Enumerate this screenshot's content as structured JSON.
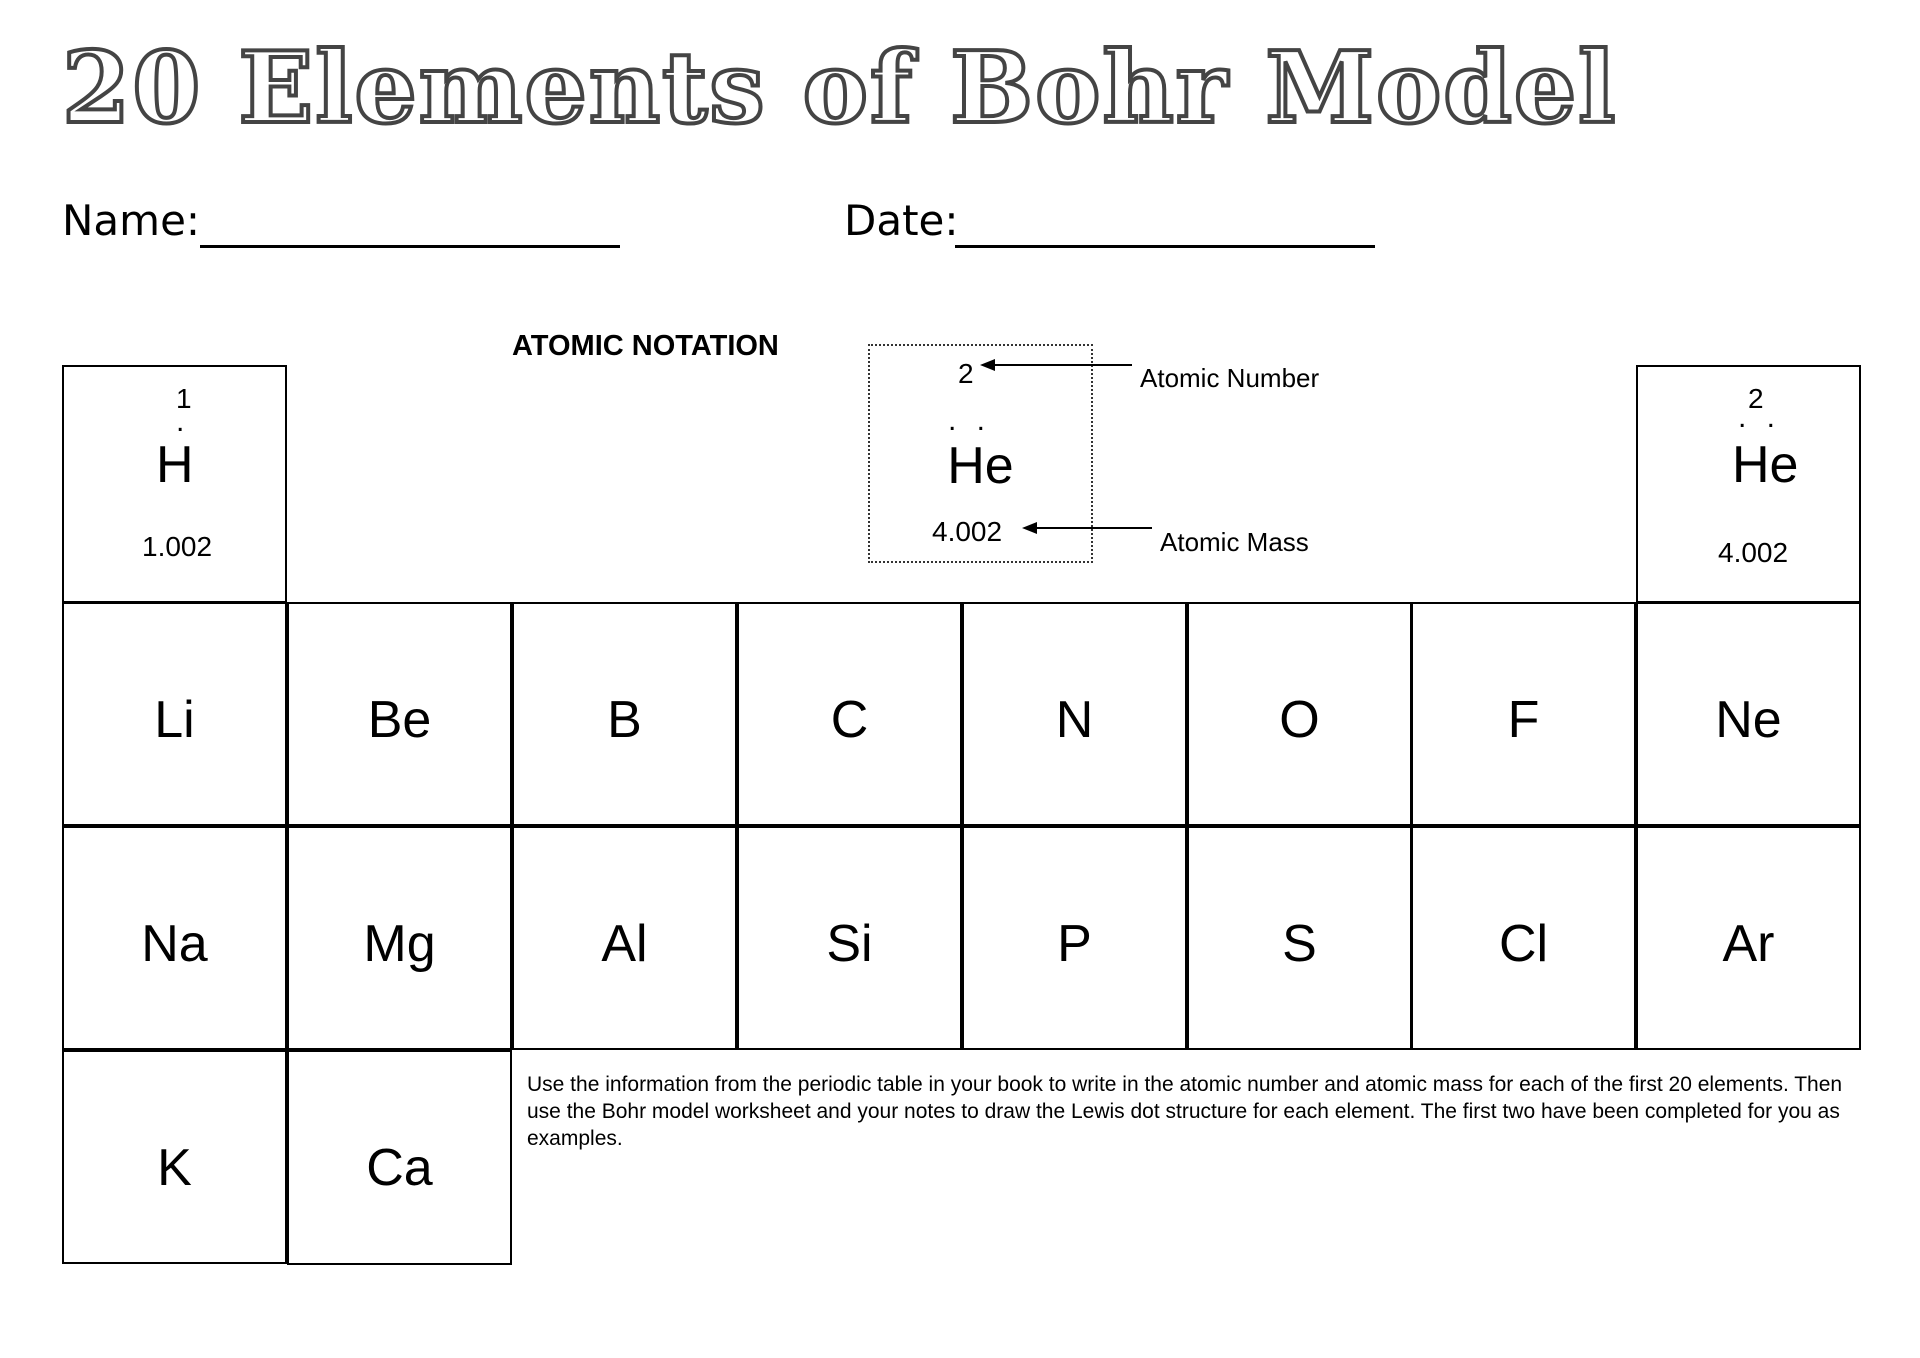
{
  "title": "20 Elements of Bohr Model",
  "fields": {
    "name_label": "Name:",
    "date_label": "Date:"
  },
  "notation": {
    "heading": "ATOMIC NOTATION",
    "example": {
      "atomic_number": "2",
      "dots": ". .",
      "symbol": "He",
      "atomic_mass": "4.002"
    },
    "atomic_number_label": "Atomic Number",
    "atomic_mass_label": "Atomic Mass"
  },
  "completed": {
    "hydrogen": {
      "number": "1",
      "dots": ".",
      "symbol": "H",
      "mass": "1.002"
    },
    "helium": {
      "number": "2",
      "dots": ". .",
      "symbol": "He",
      "mass": "4.002"
    }
  },
  "elements": {
    "li": "Li",
    "be": "Be",
    "b": "B",
    "c": "C",
    "n": "N",
    "o": "O",
    "f": "F",
    "ne": "Ne",
    "na": "Na",
    "mg": "Mg",
    "al": "Al",
    "si": "Si",
    "p": "P",
    "s": "S",
    "cl": "Cl",
    "ar": "Ar",
    "k": "K",
    "ca": "Ca"
  },
  "instructions": "Use the information from the periodic table in your book to write in the atomic number and atomic mass for each of the first 20 elements.  Then use the Bohr model worksheet and your notes to draw the Lewis dot structure for each element. The first two have been completed for you as examples."
}
